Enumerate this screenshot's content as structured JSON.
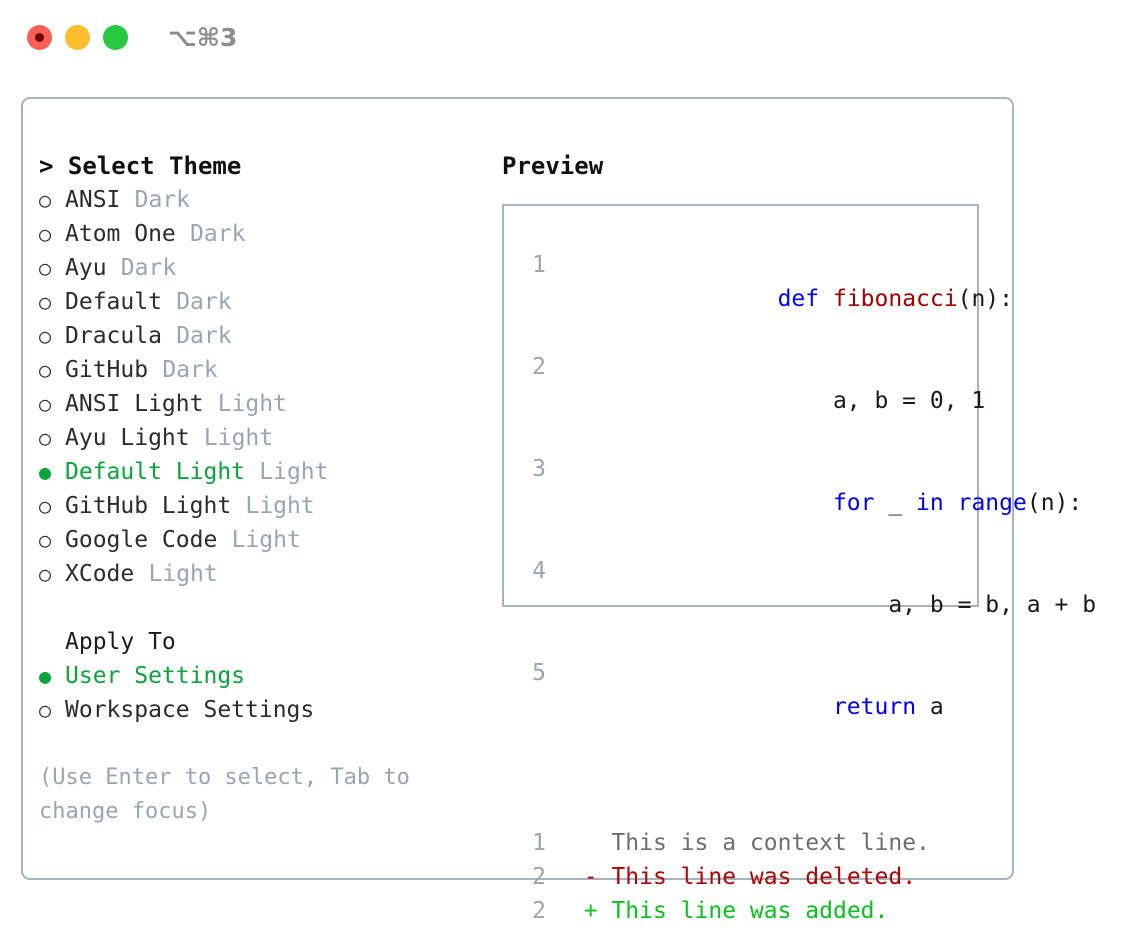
{
  "window": {
    "shortcut": "⌥⌘3",
    "traffic_lights": [
      {
        "name": "close",
        "color": "#ff5f57"
      },
      {
        "name": "minimize",
        "color": "#ffbd2e"
      },
      {
        "name": "maximize",
        "color": "#28c840"
      }
    ]
  },
  "accent": {
    "selected_green": "#0aa33c",
    "muted_gray": "#9aa5b4",
    "border": "#a8b2c0"
  },
  "theme_list": {
    "header": "> Select Theme",
    "items": [
      {
        "marker": "○",
        "name": "ANSI",
        "suffix": "Dark",
        "selected": false
      },
      {
        "marker": "○",
        "name": "Atom One",
        "suffix": "Dark",
        "selected": false
      },
      {
        "marker": "○",
        "name": "Ayu",
        "suffix": "Dark",
        "selected": false
      },
      {
        "marker": "○",
        "name": "Default",
        "suffix": "Dark",
        "selected": false
      },
      {
        "marker": "○",
        "name": "Dracula",
        "suffix": "Dark",
        "selected": false
      },
      {
        "marker": "○",
        "name": "GitHub",
        "suffix": "Dark",
        "selected": false
      },
      {
        "marker": "○",
        "name": "ANSI Light",
        "suffix": "Light",
        "selected": false
      },
      {
        "marker": "○",
        "name": "Ayu Light",
        "suffix": "Light",
        "selected": false
      },
      {
        "marker": "●",
        "name": "Default Light",
        "suffix": "Light",
        "selected": true
      },
      {
        "marker": "○",
        "name": "GitHub Light",
        "suffix": "Light",
        "selected": false
      },
      {
        "marker": "○",
        "name": "Google Code",
        "suffix": "Light",
        "selected": false
      },
      {
        "marker": "○",
        "name": "XCode",
        "suffix": "Light",
        "selected": false
      }
    ]
  },
  "apply_to": {
    "label": "Apply To",
    "options": [
      {
        "marker": "●",
        "name": "User Settings",
        "selected": true
      },
      {
        "marker": "○",
        "name": "Workspace Settings",
        "selected": false
      }
    ]
  },
  "hint": "(Use Enter to select, Tab to change focus)",
  "preview": {
    "title": "Preview",
    "code_lines": [
      {
        "number": "1",
        "tokens": [
          {
            "text": "def",
            "type": "kw"
          },
          {
            "text": " ",
            "type": "plain"
          },
          {
            "text": "fibonacci",
            "type": "fn"
          },
          {
            "text": "(n):",
            "type": "plain"
          }
        ]
      },
      {
        "number": "2",
        "tokens": [
          {
            "text": "    a, b = 0, 1",
            "type": "plain"
          }
        ]
      },
      {
        "number": "3",
        "tokens": [
          {
            "text": "    ",
            "type": "plain"
          },
          {
            "text": "for",
            "type": "kw"
          },
          {
            "text": " _ ",
            "type": "plain"
          },
          {
            "text": "in",
            "type": "kw"
          },
          {
            "text": " ",
            "type": "plain"
          },
          {
            "text": "range",
            "type": "kw"
          },
          {
            "text": "(n):",
            "type": "plain"
          }
        ]
      },
      {
        "number": "4",
        "tokens": [
          {
            "text": "        a, b = b, a + b",
            "type": "plain"
          }
        ]
      },
      {
        "number": "5",
        "tokens": [
          {
            "text": "    ",
            "type": "plain"
          },
          {
            "text": "return",
            "type": "kw"
          },
          {
            "text": " a",
            "type": "plain"
          }
        ]
      }
    ],
    "diff_lines": [
      {
        "number": "1",
        "marker": " ",
        "text": "This is a context line.",
        "type": "ctx"
      },
      {
        "number": "2",
        "marker": "-",
        "text": "This line was deleted.",
        "type": "del"
      },
      {
        "number": "2",
        "marker": "+",
        "text": "This line was added.",
        "type": "add"
      }
    ]
  }
}
